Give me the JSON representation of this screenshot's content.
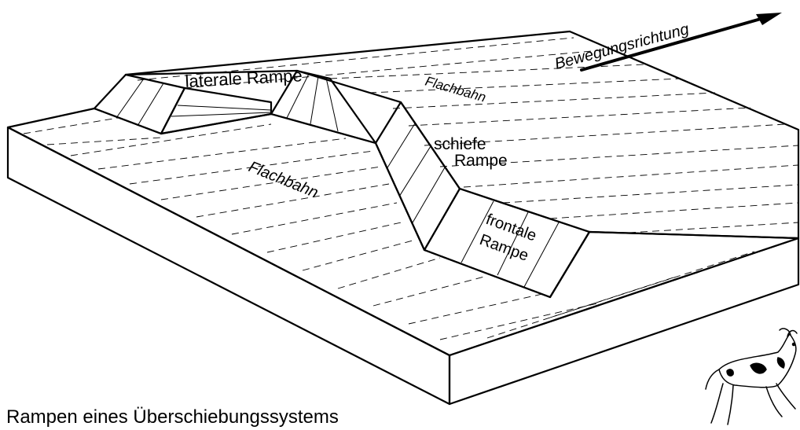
{
  "title": "Rampen eines Überschiebungssystems",
  "labels": {
    "lateral_ramp": "laterale Rampe",
    "flat_upper": "Flachbahn",
    "flat_lower": "Flachbahn",
    "oblique_ramp_line1": "schiefe",
    "oblique_ramp_line2": "Rampe",
    "frontal_ramp_line1": "frontale",
    "frontal_ramp_line2": "Rampe",
    "direction": "Bewegungsrichtung"
  },
  "icons": {
    "direction_arrow": "arrow-right-icon",
    "mascot": "cow-icon"
  },
  "colors": {
    "line": "#000000",
    "background": "#ffffff"
  }
}
